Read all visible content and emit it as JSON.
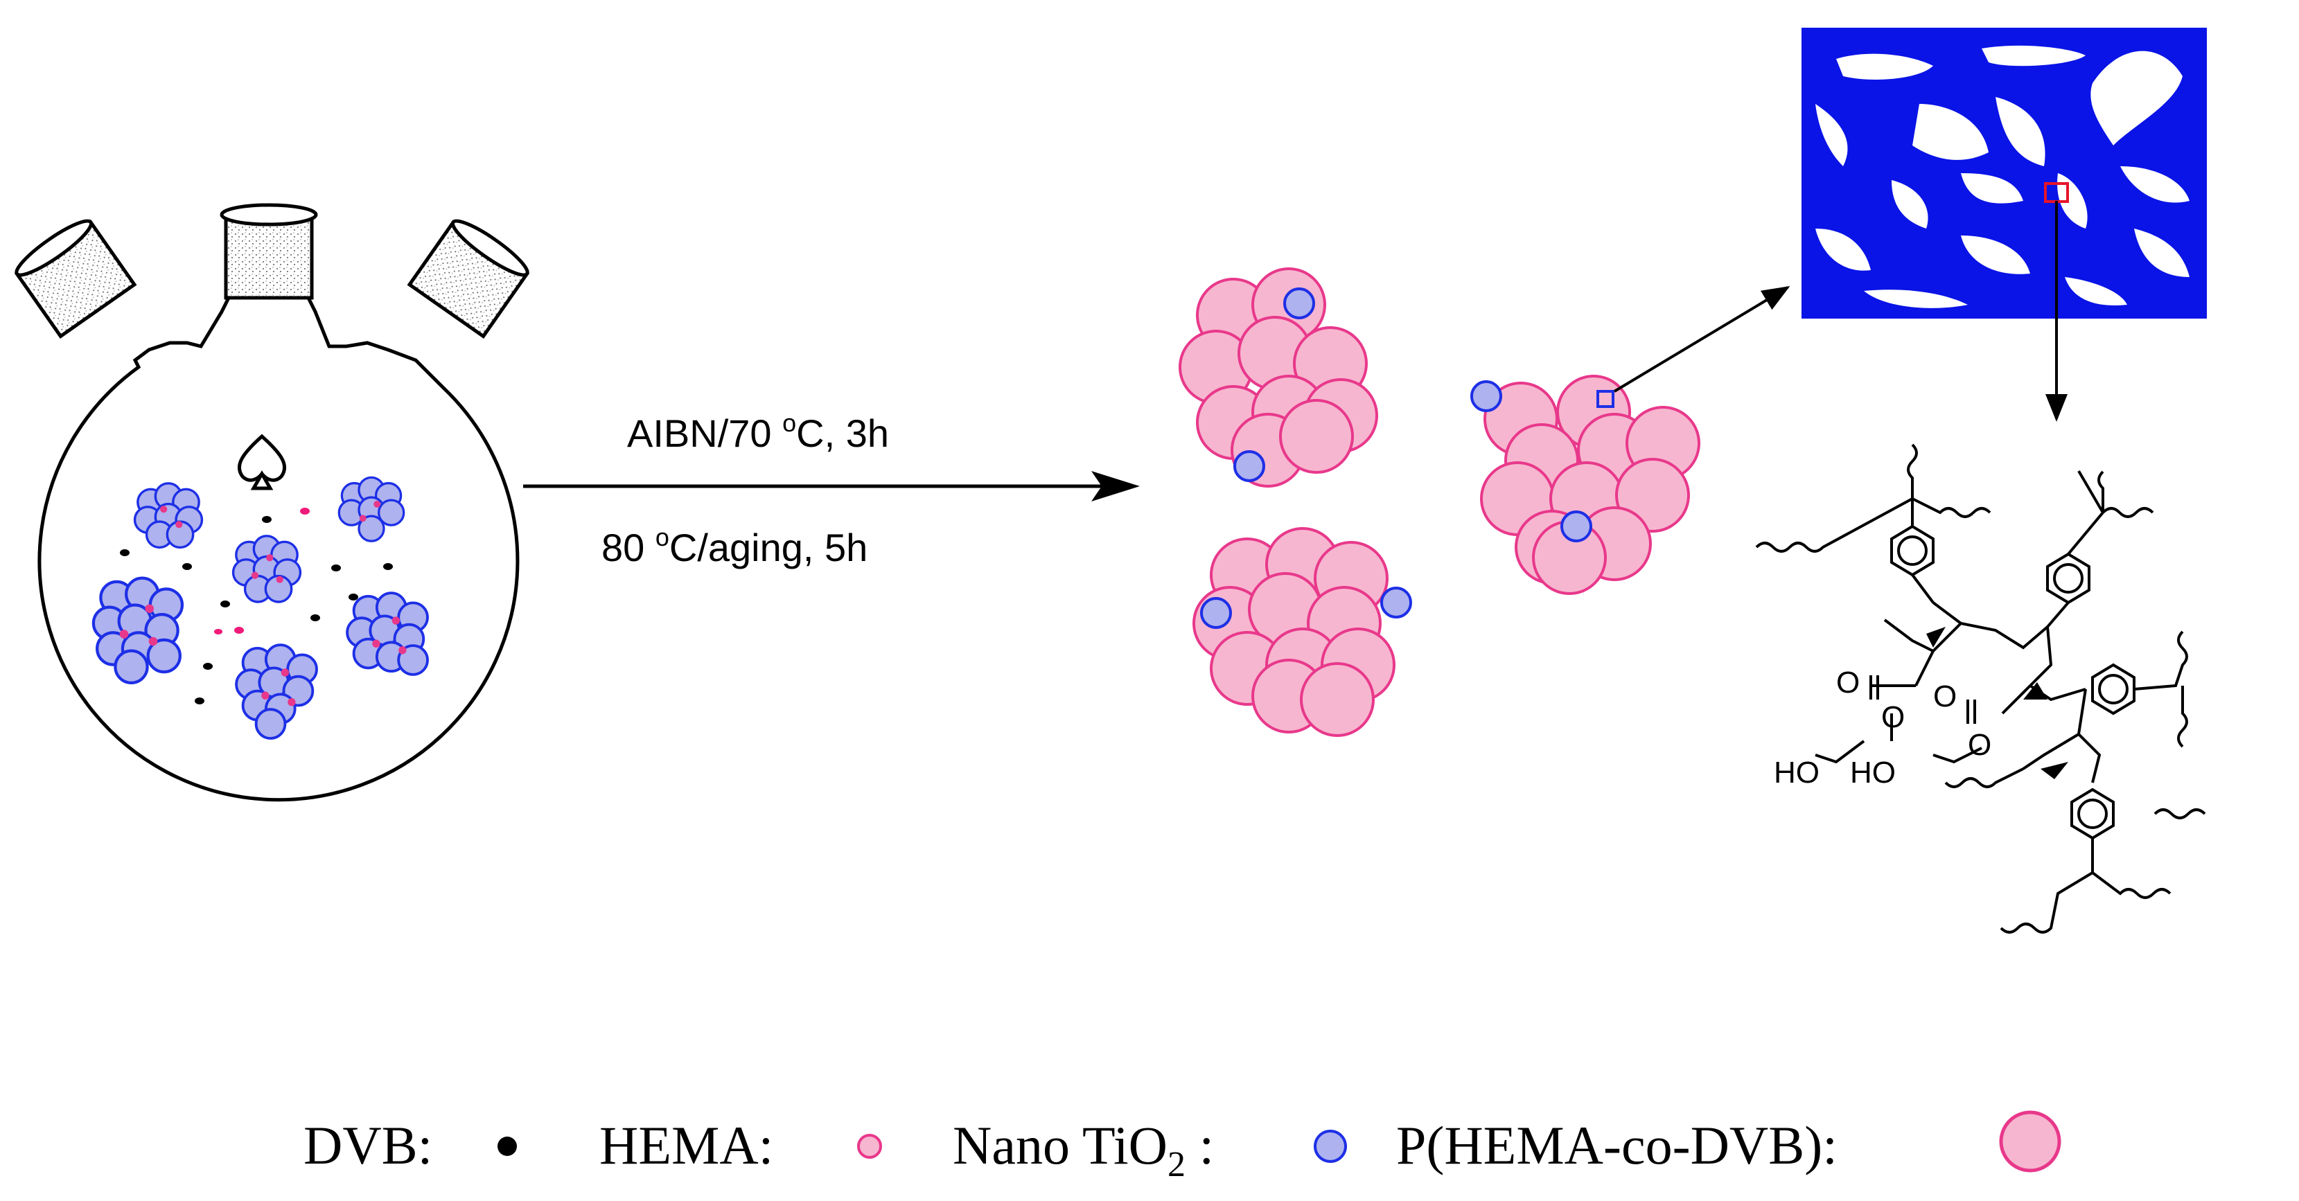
{
  "reaction": {
    "condition_top": "AIBN/70 ",
    "condition_top_sup": "o",
    "condition_top_tail": "C, 3h",
    "condition_bottom_pre": "80 ",
    "condition_bottom_sup": "o",
    "condition_bottom_tail": "C/aging, 5h"
  },
  "structure": {
    "ho_1": "HO",
    "ho_2": "HO",
    "o_1": "O",
    "o_2": "O",
    "o_3": "O",
    "o_4": "O"
  },
  "legend": {
    "dvb": "DVB:",
    "hema": "HEMA:",
    "tio2": "Nano TiO",
    "tio2_sub": "2",
    "tio2_colon": " :",
    "polymer": "P(HEMA-co-DVB):"
  },
  "colors": {
    "pink_fill": "#f7b6cf",
    "pink_stroke": "#e8388b",
    "blue_fill": "#aeb2ee",
    "blue_stroke": "#1d2fe6",
    "network_blue": "#0a14e6",
    "highlight_red": "#e6142a"
  }
}
